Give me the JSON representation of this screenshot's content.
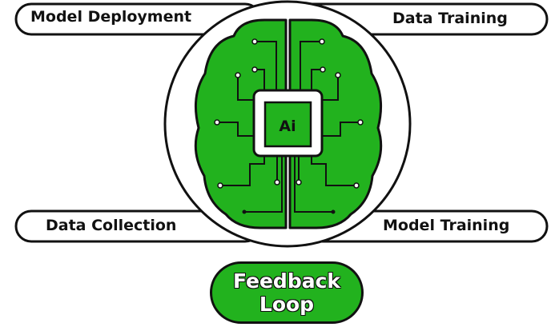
{
  "labels": {
    "top_left": "Model Deployment",
    "top_right": "Data Training",
    "bottom_left": "Data Collection",
    "bottom_right": "Model Training"
  },
  "chip": {
    "text": "Ai"
  },
  "feedback": {
    "line1": "Feedback",
    "line2": "Loop"
  },
  "colors": {
    "green": "#22b21e",
    "outline": "#111111",
    "background": "#ffffff"
  }
}
